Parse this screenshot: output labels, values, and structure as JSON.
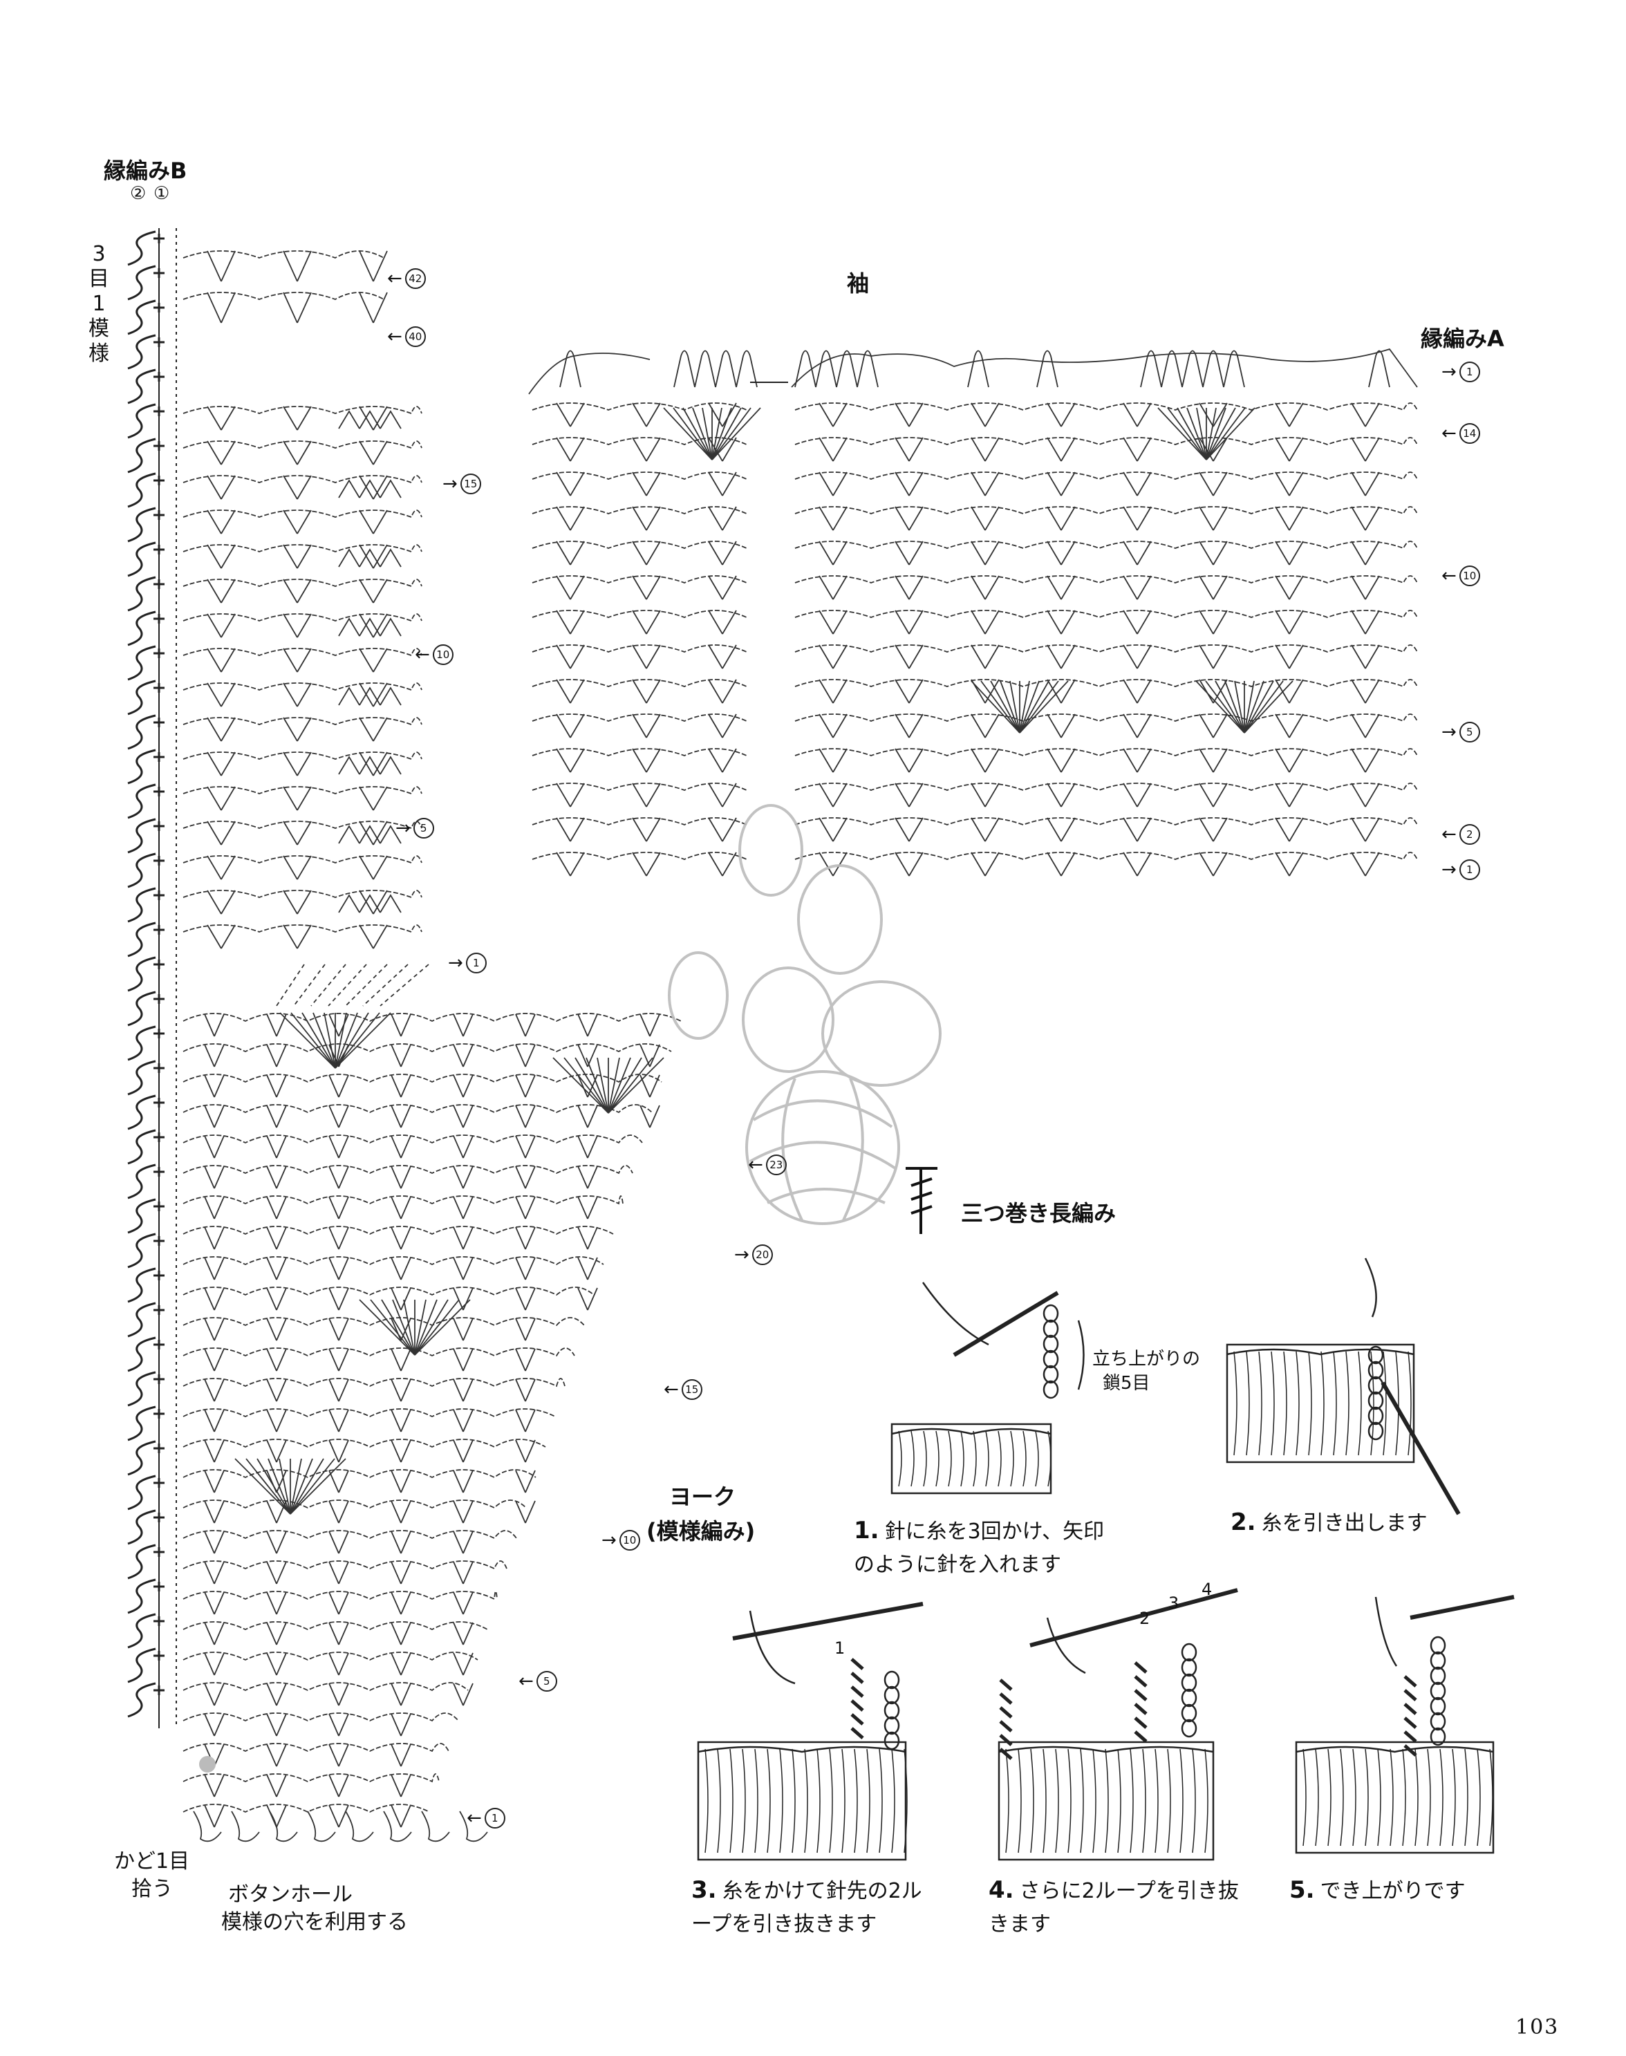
{
  "labels": {
    "edging_b": "縁編みB",
    "edging_b_top_marks": [
      "②",
      "①"
    ],
    "repeat_note_chars": [
      "3",
      "目",
      "1",
      "模",
      "様"
    ],
    "sleeve": "袖",
    "edging_a": "縁編みA",
    "yoke_title": "ヨーク",
    "yoke_sub": "(模様編み)",
    "triple_treble": "三つ巻き長編み",
    "corner_pick_1": "かど1目",
    "corner_pick_2": "拾う",
    "buttonhole_1": "ボタンホール",
    "buttonhole_2": "模様の穴を利用する",
    "chain_note_1": "立ち上がりの",
    "chain_note_2": "鎖5目",
    "page_number": "103"
  },
  "row_markers": {
    "edging_b_top": [
      {
        "dir": "left",
        "n": "42"
      },
      {
        "dir": "left",
        "n": "40"
      }
    ],
    "body_upper": [
      {
        "dir": "right",
        "n": "15"
      },
      {
        "dir": "left",
        "n": "10"
      },
      {
        "dir": "right",
        "n": "5"
      },
      {
        "dir": "right",
        "n": "1"
      }
    ],
    "sleeve": [
      {
        "dir": "right",
        "n": "1"
      },
      {
        "dir": "left",
        "n": "14"
      },
      {
        "dir": "left",
        "n": "10"
      },
      {
        "dir": "right",
        "n": "5"
      },
      {
        "dir": "left",
        "n": "2"
      },
      {
        "dir": "right",
        "n": "1"
      }
    ],
    "yoke": [
      {
        "dir": "left",
        "n": "23"
      },
      {
        "dir": "right",
        "n": "20"
      },
      {
        "dir": "left",
        "n": "15"
      },
      {
        "dir": "right",
        "n": "10"
      },
      {
        "dir": "left",
        "n": "5"
      },
      {
        "dir": "left",
        "n": "1"
      }
    ]
  },
  "steps": [
    {
      "num": "1.",
      "lines": [
        "針に糸を3回かけ、矢印",
        "のように針を入れます"
      ]
    },
    {
      "num": "2.",
      "lines": [
        "糸を引き出します"
      ]
    },
    {
      "num": "3.",
      "lines": [
        "糸をかけて針先の2ル",
        "ープを引き抜きます"
      ]
    },
    {
      "num": "4.",
      "lines": [
        "さらに2ループを引き抜",
        "きます"
      ]
    },
    {
      "num": "5.",
      "lines": [
        "でき上がりです"
      ]
    }
  ],
  "step_arrow_numbers": [
    "1",
    "2",
    "3",
    "4"
  ]
}
